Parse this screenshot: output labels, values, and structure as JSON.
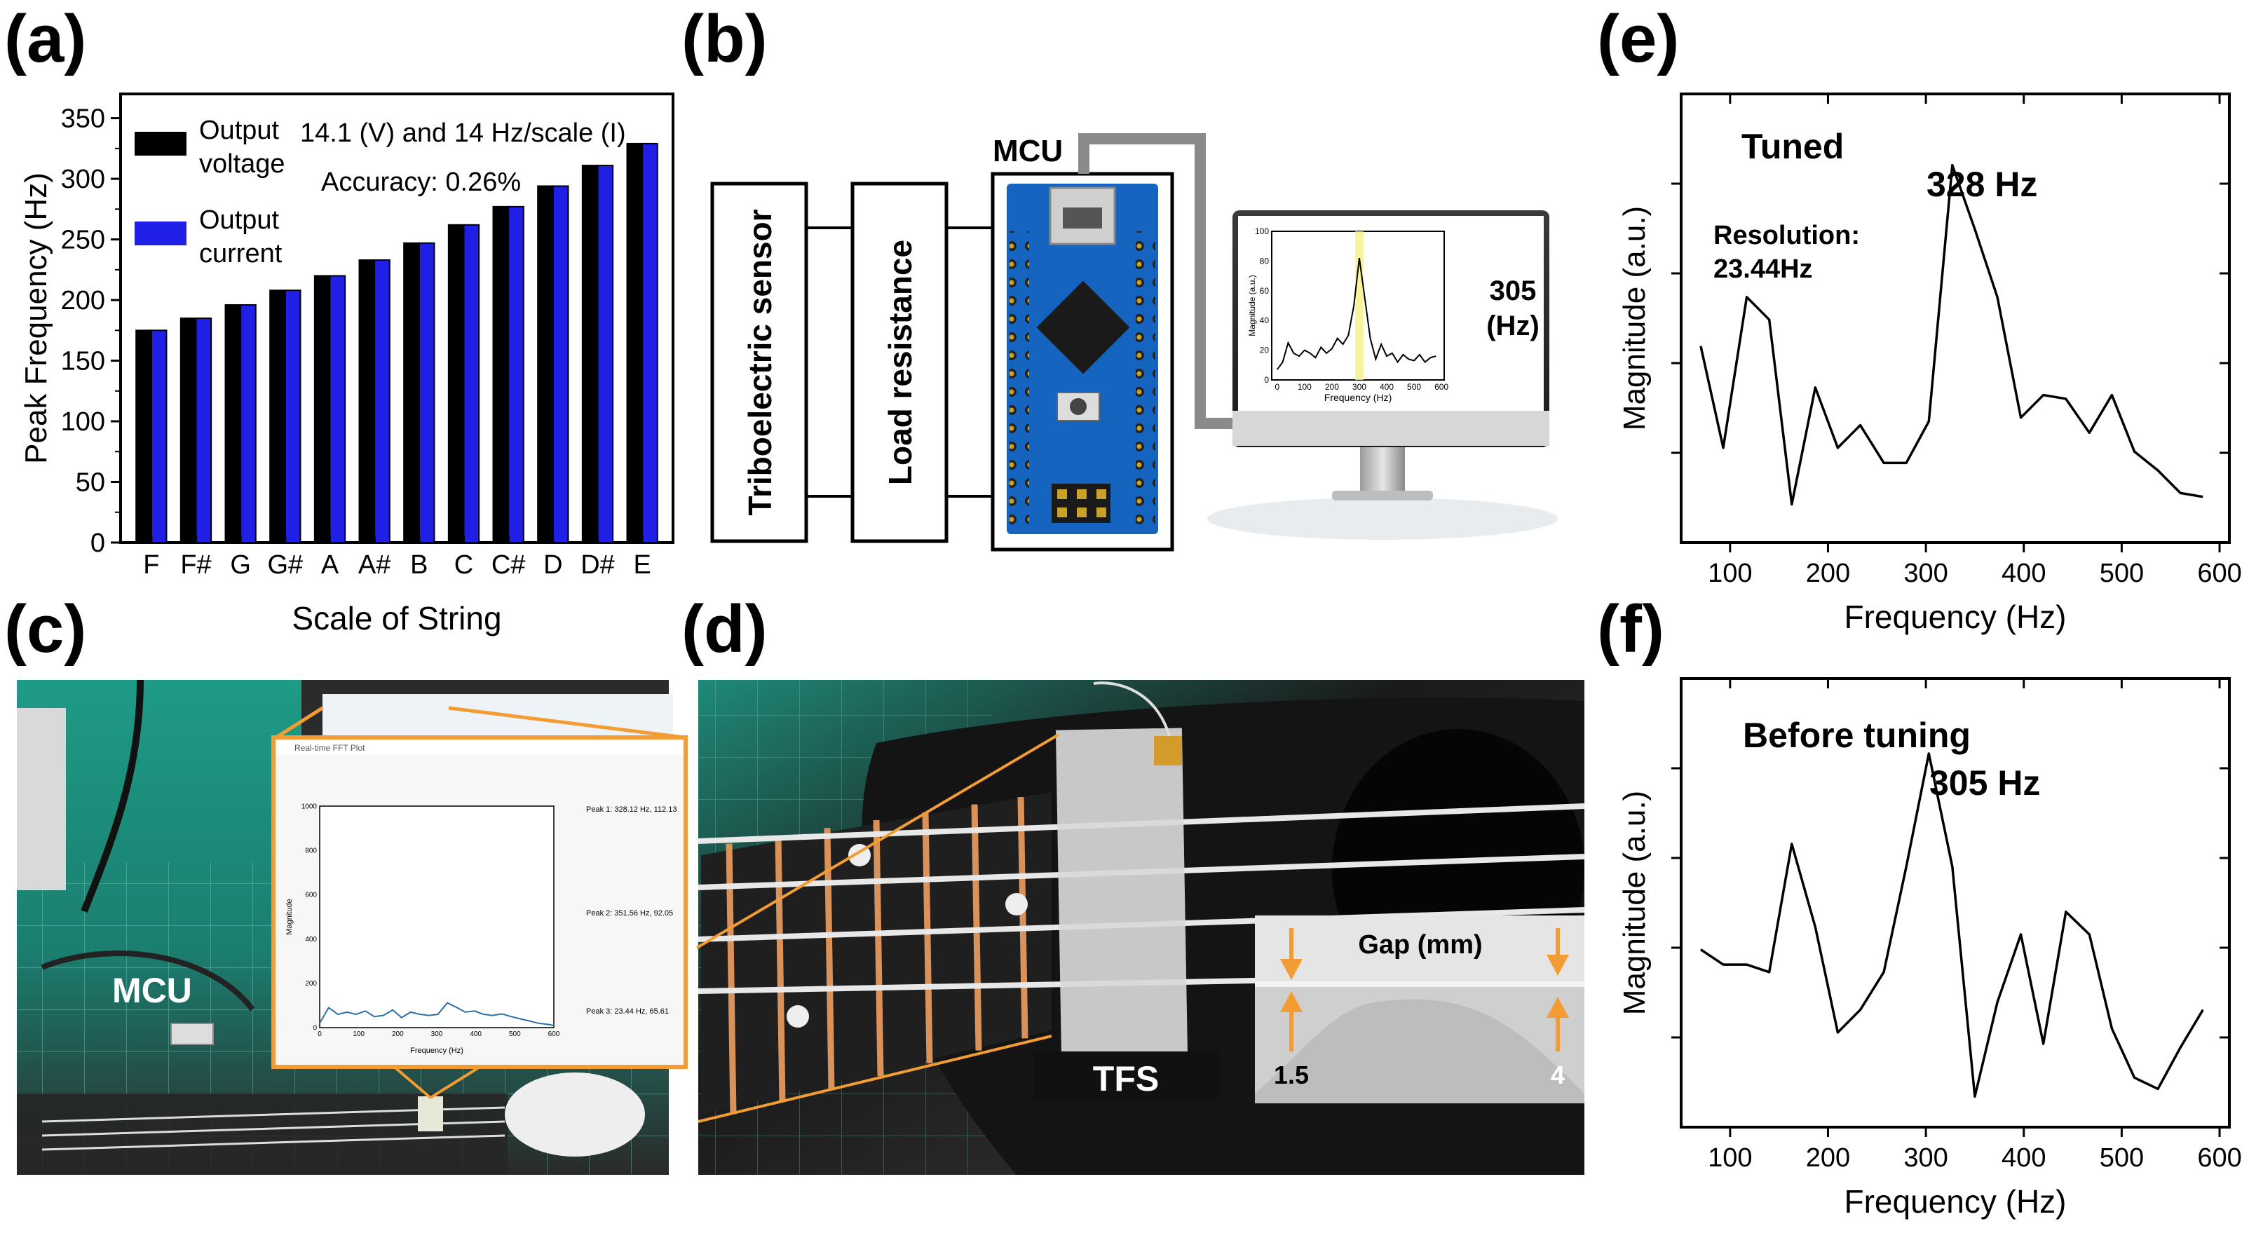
{
  "panel_labels": [
    "(a)",
    "(b)",
    "(c)",
    "(d)",
    "(e)",
    "(f)"
  ],
  "colors": {
    "voltage": "#000000",
    "current": "#1f1fe6",
    "accent": "#f39c33",
    "board": "#1565c0",
    "mat": "#1aa08a"
  },
  "chart_data": [
    {
      "type": "bar",
      "panel": "(a)",
      "categories": [
        "F",
        "F#",
        "G",
        "G#",
        "A",
        "A#",
        "B",
        "C",
        "C#",
        "D",
        "D#",
        "E"
      ],
      "series": [
        {
          "name": "Output voltage",
          "values": [
            175,
            185,
            196,
            208,
            220,
            233,
            247,
            262,
            277,
            294,
            311,
            329
          ]
        },
        {
          "name": "Output current",
          "values": [
            175,
            185,
            196,
            208,
            220,
            233,
            247,
            262,
            277,
            294,
            311,
            329
          ]
        }
      ],
      "xlabel": "Scale of String",
      "ylabel": "Peak Frequency (Hz)",
      "ylim": [
        0,
        370
      ],
      "yticks": [
        0,
        50,
        100,
        150,
        200,
        250,
        300,
        350
      ],
      "legend": [
        "Output",
        "voltage",
        "Output",
        "current"
      ],
      "annotations": {
        "line1": "14.1 (V) and 14 Hz/scale (I)",
        "line2": "Accuracy: 0.26%"
      },
      "legend_position": "top-left"
    },
    {
      "type": "line",
      "panel": "(e)",
      "x": [
        70,
        93,
        117,
        140,
        163,
        187,
        210,
        233,
        257,
        280,
        303,
        327,
        350,
        373,
        397,
        420,
        443,
        467,
        490,
        513,
        537,
        560,
        583
      ],
      "values": [
        0.45,
        0.18,
        0.58,
        0.52,
        0.03,
        0.34,
        0.18,
        0.24,
        0.14,
        0.14,
        0.25,
        0.93,
        0.76,
        0.58,
        0.26,
        0.32,
        0.31,
        0.22,
        0.32,
        0.17,
        0.12,
        0.06,
        0.05
      ],
      "xlabel": "Frequency (Hz)",
      "ylabel": "Magnitude (a.u.)",
      "xlim": [
        50,
        610
      ],
      "xticks": [
        100,
        200,
        300,
        400,
        500,
        600
      ],
      "annotations": {
        "state": "Tuned",
        "peak": "328 Hz",
        "res1": "Resolution:",
        "res2": "23.44Hz"
      }
    },
    {
      "type": "line",
      "panel": "(f)",
      "x": [
        70,
        93,
        117,
        140,
        163,
        187,
        210,
        233,
        257,
        280,
        303,
        327,
        350,
        373,
        397,
        420,
        443,
        467,
        490,
        513,
        537,
        560,
        583
      ],
      "values": [
        0.4,
        0.36,
        0.36,
        0.34,
        0.68,
        0.46,
        0.18,
        0.24,
        0.34,
        0.62,
        0.92,
        0.62,
        0.01,
        0.26,
        0.44,
        0.15,
        0.5,
        0.44,
        0.19,
        0.06,
        0.03,
        0.14,
        0.24
      ],
      "xlabel": "Frequency (Hz)",
      "ylabel": "Magnitude (a.u.)",
      "xlim": [
        50,
        610
      ],
      "xticks": [
        100,
        200,
        300,
        400,
        500,
        600
      ],
      "annotations": {
        "state": "Before tuning",
        "peak": "305 Hz"
      }
    },
    {
      "type": "line",
      "panel": "(b) monitor inset",
      "x": [
        0,
        20,
        40,
        60,
        80,
        100,
        120,
        140,
        160,
        180,
        200,
        220,
        240,
        260,
        280,
        300,
        320,
        340,
        360,
        380,
        400,
        420,
        440,
        460,
        480,
        500,
        520,
        540,
        560,
        580
      ],
      "values": [
        7,
        12,
        25,
        18,
        16,
        20,
        18,
        15,
        22,
        18,
        21,
        28,
        24,
        30,
        50,
        82,
        55,
        28,
        14,
        24,
        16,
        18,
        12,
        17,
        14,
        13,
        17,
        12,
        15,
        16
      ],
      "xlabel": "Frequency (Hz)",
      "ylabel": "Magnitude (a.u.)",
      "xlim": [
        -20,
        610
      ],
      "ylim": [
        0,
        100
      ],
      "xticks": [
        0,
        100,
        200,
        300,
        400,
        500,
        600
      ],
      "yticks": [
        0,
        20,
        40,
        60,
        80,
        100
      ]
    },
    {
      "type": "line",
      "panel": "(c) screen inset",
      "x": [
        0,
        23,
        47,
        70,
        93,
        117,
        140,
        163,
        187,
        210,
        233,
        257,
        280,
        303,
        327,
        350,
        373,
        397,
        420,
        443,
        467,
        490,
        513,
        537,
        560,
        583,
        600
      ],
      "values": [
        20,
        90,
        60,
        70,
        60,
        75,
        50,
        55,
        80,
        45,
        70,
        60,
        55,
        60,
        112,
        92,
        70,
        75,
        60,
        55,
        62,
        50,
        40,
        30,
        20,
        15,
        10
      ],
      "xlabel": "Frequency (Hz)",
      "ylabel": "Magnitude",
      "xlim": [
        0,
        600
      ],
      "ylim": [
        0,
        1000
      ],
      "xticks": [
        0,
        100,
        200,
        300,
        400,
        500,
        600
      ],
      "yticks": [
        0,
        200,
        400,
        600,
        800,
        1000
      ]
    }
  ],
  "diagram_b": {
    "blocks": [
      "Triboelectric sensor",
      "Load resistance"
    ],
    "mcu_label": "MCU",
    "monitor_value_1": "305",
    "monitor_value_2": "(Hz)"
  },
  "photo_c": {
    "mcu_label": "MCU",
    "window_title": "Real-time FFT Plot",
    "peaks": [
      "Peak 1: 328.12 Hz, 112.13",
      "Peak 2: 351.56 Hz, 92.05",
      "Peak 3: 23.44 Hz, 65.61"
    ]
  },
  "photo_d": {
    "tfs_label": "TFS",
    "gap_label": "Gap (mm)",
    "gap_left": "1.5",
    "gap_right": "4"
  }
}
